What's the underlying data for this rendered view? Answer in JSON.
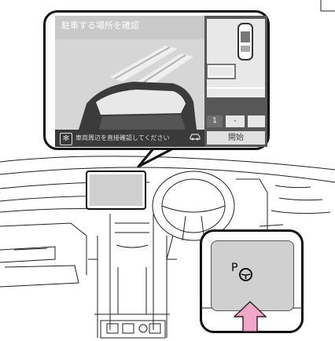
{
  "screen": {
    "title": "駐車する場所を確認",
    "guidance": "車両周辺を直接確認してください",
    "counter": {
      "left": "1",
      "middle": "-",
      "right": ""
    },
    "start_label": "開始"
  },
  "icons": {
    "settings": "gear-icon",
    "vehicle": "car-icon",
    "parking_switch": "steering-wheel-icon"
  },
  "switch": {
    "letter": "P"
  },
  "colors": {
    "arrow": "#f2a7c8",
    "screen_bg": "#2b2b2b",
    "side_panel": "#575757"
  }
}
